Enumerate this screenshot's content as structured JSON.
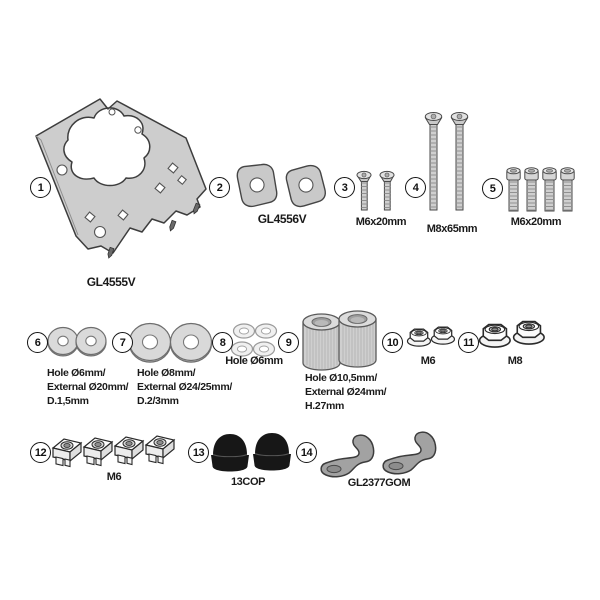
{
  "colors": {
    "background": "#ffffff",
    "plate": "#cdcdcd",
    "part_fill": "#d6d6d6",
    "cap": "#171717",
    "bracket": "#a2a2a2",
    "outline": "#3d3d3d"
  },
  "parts": {
    "p1": {
      "num": "1",
      "label": "GL4555V"
    },
    "p2": {
      "num": "2",
      "label": "GL4556V"
    },
    "p3": {
      "num": "3",
      "label": "M6x20mm"
    },
    "p4": {
      "num": "4",
      "label": "M8x65mm"
    },
    "p5": {
      "num": "5",
      "label": "M6x20mm"
    },
    "p6": {
      "num": "6",
      "line1": "Hole Ø6mm/",
      "line2": "External Ø20mm/",
      "line3": "D.1,5mm"
    },
    "p7": {
      "num": "7",
      "line1": "Hole Ø8mm/",
      "line2": "External Ø24/25mm/",
      "line3": "D.2/3mm"
    },
    "p8": {
      "num": "8",
      "label": "Hole Ø6mm"
    },
    "p9": {
      "num": "9",
      "line1": "Hole Ø10,5mm/",
      "line2": "External Ø24mm/",
      "line3": "H.27mm"
    },
    "p10": {
      "num": "10",
      "label": "M6"
    },
    "p11": {
      "num": "11",
      "label": "M8"
    },
    "p12": {
      "num": "12",
      "label": "M6"
    },
    "p13": {
      "num": "13",
      "label": "13COP"
    },
    "p14": {
      "num": "14",
      "label": "GL2377GOM"
    }
  }
}
